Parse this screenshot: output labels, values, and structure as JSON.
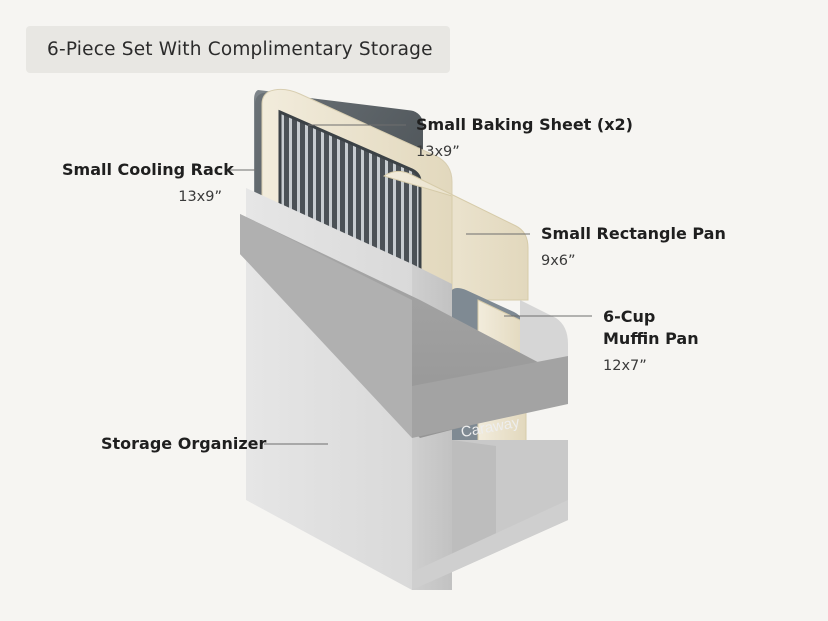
{
  "header": {
    "title": "6-Piece Set With Complimentary Storage"
  },
  "callouts": {
    "baking_sheet": {
      "title": "Small Baking Sheet (x2)",
      "dim": "13x9”"
    },
    "cooling_rack": {
      "title": "Small Cooling Rack",
      "dim": "13x9”"
    },
    "rectangle_pan": {
      "title": "Small Rectangle Pan",
      "dim": "9x6”"
    },
    "muffin_pan": {
      "title_line1": "6-Cup",
      "title_line2": "Muffin Pan",
      "dim": "12x7”"
    },
    "storage": {
      "title": "Storage Organizer"
    }
  },
  "product": {
    "brand": "Caraway"
  },
  "colors": {
    "background": "#f6f5f2",
    "pill": "#e8e7e3",
    "cream": "#ece4cf",
    "fabric": "#dedede",
    "rack": "#5b6166"
  }
}
